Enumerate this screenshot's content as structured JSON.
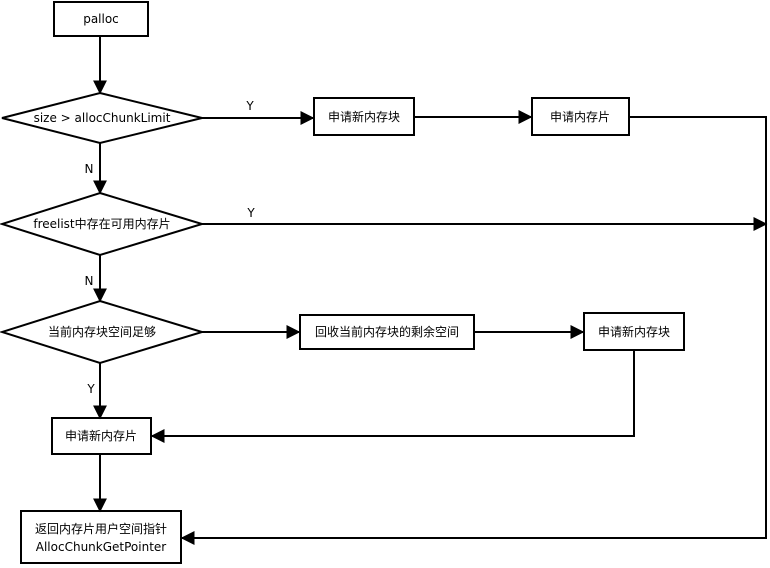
{
  "nodes": {
    "palloc": "palloc",
    "cond_size": "size > allocChunkLimit",
    "alloc_block_1": "申请新内存块",
    "alloc_chunk_1": "申请内存片",
    "cond_freelist": "freelist中存在可用内存片",
    "cond_block_enough": "当前内存块空间足够",
    "reclaim_space": "回收当前内存块的剩余空间",
    "alloc_block_2": "申请新内存块",
    "alloc_chunk_2": "申请新内存片",
    "return_line1": "返回内存片用户空间指针",
    "return_line2": "AllocChunkGetPointer"
  },
  "edges": {
    "size_yes": "Y",
    "size_no": "N",
    "freelist_yes": "Y",
    "freelist_no": "N",
    "block_yes": "Y"
  }
}
